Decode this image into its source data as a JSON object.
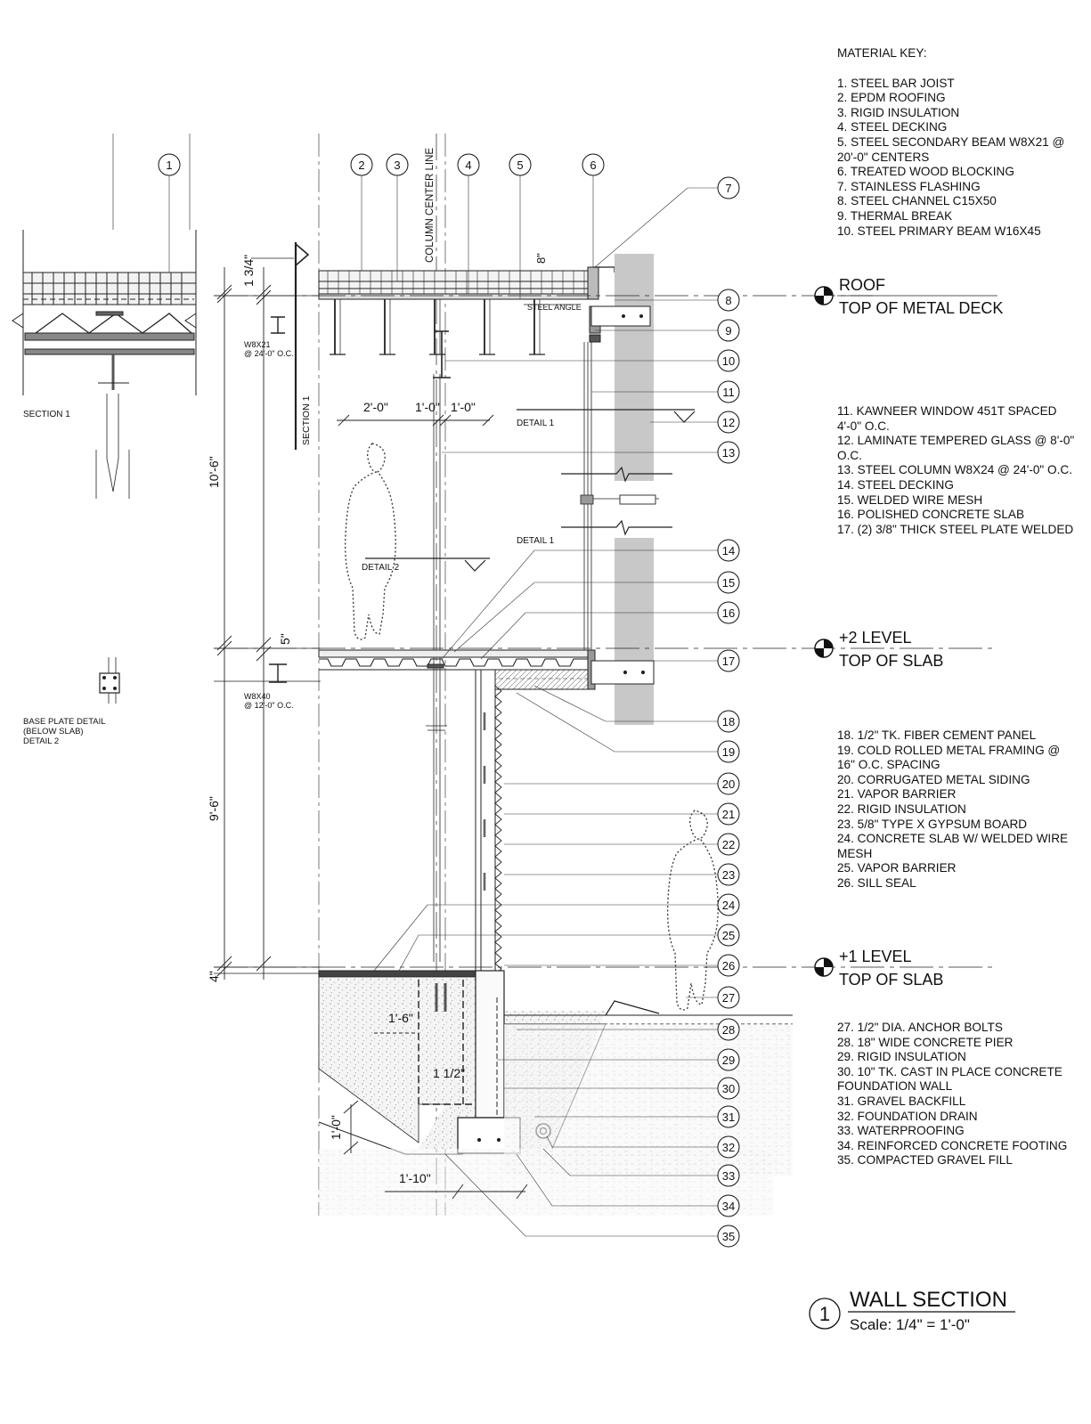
{
  "material_key": {
    "heading": "MATERIAL KEY:",
    "group1": [
      "1. STEEL BAR JOIST",
      "2. EPDM ROOFING",
      "3. RIGID INSULATION",
      "4. STEEL DECKING",
      "5. STEEL  SECONDARY BEAM W8X21 @  20'-0\" CENTERS",
      "6.  TREATED WOOD BLOCKING",
      "7.  STAINLESS FLASHING",
      "8.  STEEL CHANNEL C15X50",
      "9.  THERMAL BREAK",
      "10.  STEEL  PRIMARY BEAM W16X45"
    ],
    "group2": [
      "11. KAWNEER WINDOW 451T SPACED 4'-0\" O.C.",
      "12. LAMINATE TEMPERED GLASS @ 8'-0\" O.C.",
      "13. STEEL COLUMN W8X24 @ 24'-0\" O.C.",
      "14. STEEL DECKING",
      "15. WELDED WIRE MESH",
      "16. POLISHED CONCRETE SLAB",
      "17. (2) 3/8\" THICK STEEL PLATE WELDED"
    ],
    "group3": [
      "18. 1/2\" TK. FIBER CEMENT PANEL",
      "19. COLD ROLLED METAL FRAMING @ 16\" O.C. SPACING",
      "20. CORRUGATED METAL SIDING",
      "21. VAPOR BARRIER",
      "22. RIGID INSULATION",
      "23. 5/8\" TYPE X GYPSUM BOARD",
      "24. CONCRETE SLAB W/ WELDED WIRE MESH",
      "25. VAPOR BARRIER",
      "26. SILL SEAL"
    ],
    "group4": [
      "27. 1/2\" DIA. ANCHOR BOLTS",
      "28. 18\" WIDE CONCRETE PIER",
      "29. RIGID INSULATION",
      "30.  10\" TK. CAST IN PLACE CONCRETE",
      "FOUNDATION WALL",
      "31. GRAVEL BACKFILL",
      "32. FOUNDATION DRAIN",
      "33. WATERPROOFING",
      "34. REINFORCED CONCRETE FOOTING",
      "35. COMPACTED GRAVEL FILL"
    ]
  },
  "levels": {
    "roof_name": "ROOF",
    "roof_sub": "TOP OF METAL DECK",
    "l2_name": "+2 LEVEL",
    "l2_sub": "TOP OF SLAB",
    "l1_name": "+1 LEVEL",
    "l1_sub": "TOP OF SLAB"
  },
  "top_tags": [
    "1",
    "2",
    "3",
    "4",
    "5",
    "6"
  ],
  "right_tags": [
    "7",
    "8",
    "9",
    "10",
    "11",
    "12",
    "13",
    "14",
    "15",
    "16",
    "17",
    "18",
    "19",
    "20",
    "21",
    "22",
    "23",
    "24",
    "25",
    "26",
    "27",
    "28",
    "29",
    "30",
    "31",
    "32",
    "33",
    "34",
    "35"
  ],
  "labels": {
    "column_center_line": "COLUMN CENTER LINE",
    "section_1_vertical": "SECTION 1",
    "section_1": "SECTION 1",
    "steel_angle": "STEEL ANGLE",
    "detail_1": "DETAIL 1",
    "detail_2": "DETAIL 2",
    "w8x21": "W8X21",
    "w8x21_spacing": "@ 24'-0\" O.C.",
    "w8x40": "W8X40",
    "w8x40_spacing": "@ 12'-0\" O.C.",
    "base_plate_1": "BASE PLATE DETAIL",
    "base_plate_2": "(BELOW SLAB)",
    "base_plate_3": "DETAIL 2"
  },
  "dimensions": {
    "d_1_3_4": "1 3/4\"",
    "d_8": "8\"",
    "d_2_0": "2'-0\"",
    "d_1_0a": "1'-0\"",
    "d_1_0b": "1'-0\"",
    "d_10_6": "10'-6\"",
    "d_5": "5\"",
    "d_9_6": "9'-6\"",
    "d_4": "4\"",
    "d_1_6": "1'-6\"",
    "d_1_1_2": "1 1/2\"",
    "d_1_0c": "1'-0\"",
    "d_1_10": "1'-10\""
  },
  "title": {
    "number": "1",
    "name": "WALL SECTION",
    "scale": "Scale: 1/4\" = 1'-0\""
  }
}
